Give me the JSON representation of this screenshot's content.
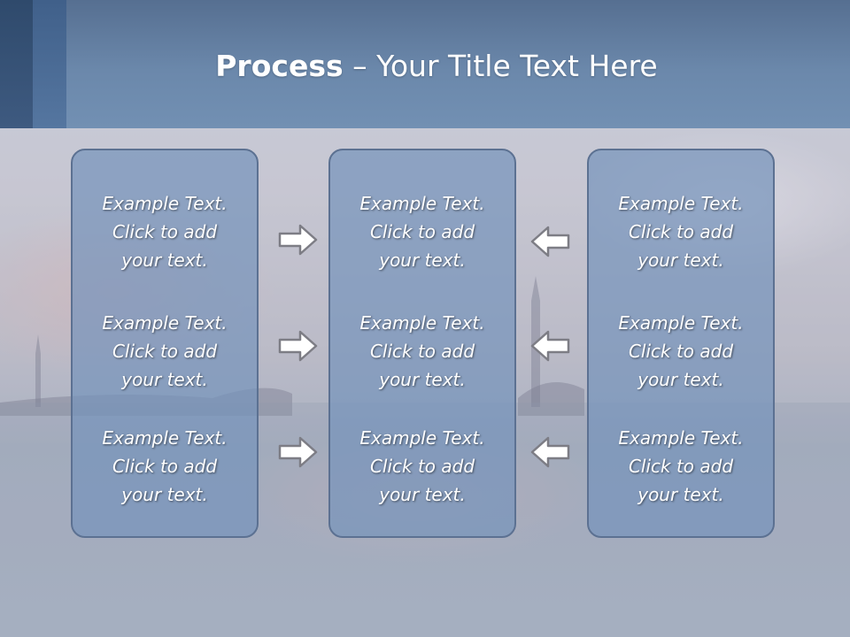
{
  "slide": {
    "title_bold": "Process",
    "title_rest": " – Your Title Text Here"
  },
  "columns": [
    {
      "items": [
        [
          "Example Text.",
          "Click  to add",
          "your text."
        ],
        [
          "Example Text.",
          "Click  to add",
          "your text."
        ],
        [
          "Example Text.",
          "Click  to add",
          "your text."
        ]
      ]
    },
    {
      "items": [
        [
          "Example Text.",
          "Click  to add",
          "your text."
        ],
        [
          "Example Text.",
          "Click  to add",
          "your text."
        ],
        [
          "Example Text.",
          "Click  to add",
          "your text."
        ]
      ]
    },
    {
      "items": [
        [
          "Example Text.",
          "Click  to add",
          "your text."
        ],
        [
          "Example Text.",
          "Click  to add",
          "your text."
        ],
        [
          "Example Text.",
          "Click  to add",
          "your text."
        ]
      ]
    }
  ],
  "arrows": {
    "left_group": [
      "right-arrow-icon",
      "right-arrow-icon",
      "right-arrow-icon"
    ],
    "right_group": [
      "left-arrow-icon",
      "left-arrow-icon",
      "left-arrow-icon"
    ]
  },
  "colors": {
    "header": "#6b88ab",
    "box_fill": "#7593bb",
    "box_border": "#5c7192",
    "text": "#ffffff"
  }
}
